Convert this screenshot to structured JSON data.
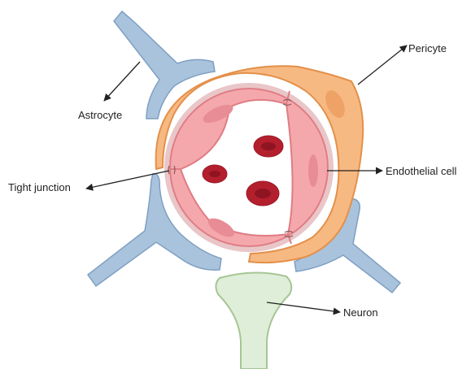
{
  "labels": {
    "pericyte": "Pericyte",
    "astrocyte": "Astrocyte",
    "tight_junction": "Tight junction",
    "endothelial_cell": "Endothelial cell",
    "neuron": "Neuron"
  },
  "colors": {
    "astrocyte_fill": "#a9c3dd",
    "astrocyte_stroke": "#7f9fc2",
    "pericyte_fill": "#f7b982",
    "pericyte_stroke": "#e3904a",
    "pericyte_nucleus": "#eea266",
    "endothelial_fill": "#f4a8ac",
    "endothelial_stroke": "#df7c84",
    "endothelial_nucleus": "#e88d95",
    "basement_membrane": "#e9c6c8",
    "lumen": "#ffffff",
    "rbc_fill": "#b41f2e",
    "rbc_center": "#8e1422",
    "neuron_fill": "#dfeed8",
    "neuron_stroke": "#a6c695",
    "arrow": "#222222"
  }
}
